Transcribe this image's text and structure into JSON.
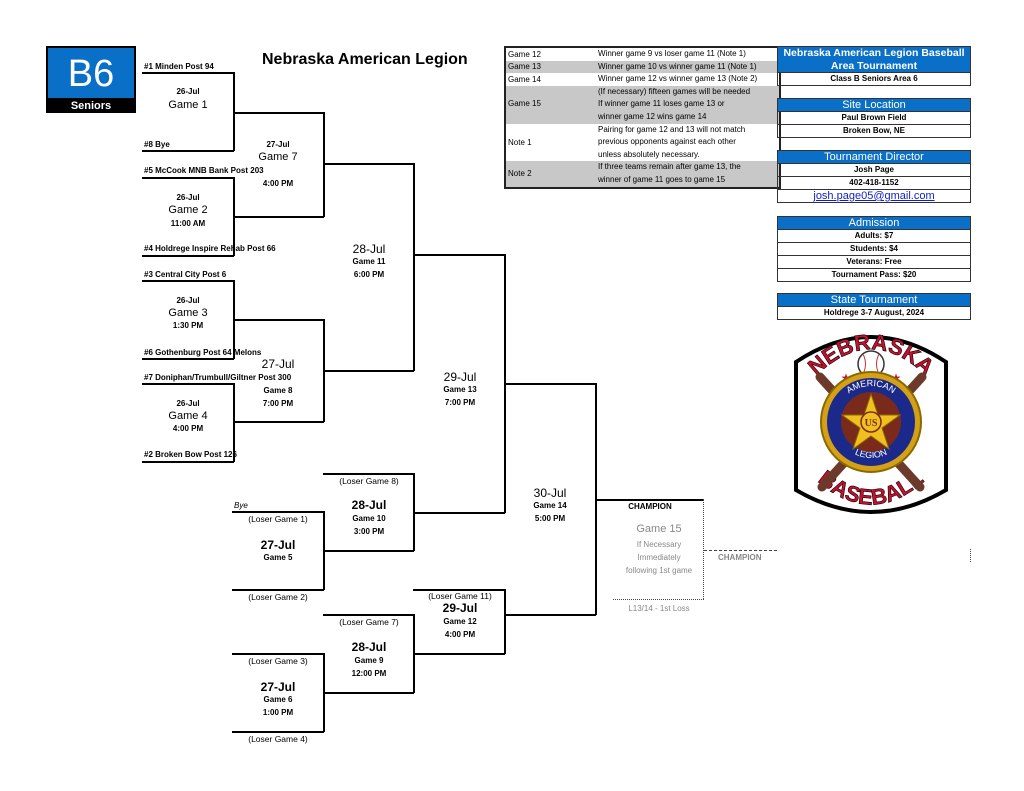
{
  "badge": {
    "code": "B6",
    "label": "Seniors"
  },
  "title": "Nebraska American Legion",
  "teams": {
    "t1": "#1 Minden Post 94",
    "t8": "#8 Bye",
    "t5": "#5 McCook MNB Bank Post 203",
    "t4": "#4 Holdrege Inspire Rehab Post 66",
    "t3": "#3 Central City Post 6",
    "t6": "#6 Gothenburg Post 64 Melons",
    "t7": "#7 Doniphan/Trumbull/Giltner Post 300",
    "t2": "#2 Broken Bow Post 126",
    "bye": "Bye"
  },
  "games": {
    "g1": {
      "date": "26-Jul",
      "name": "Game 1"
    },
    "g2": {
      "date": "26-Jul",
      "name": "Game 2",
      "time": "11:00 AM"
    },
    "g3": {
      "date": "26-Jul",
      "name": "Game 3",
      "time": "1:30 PM"
    },
    "g4": {
      "date": "26-Jul",
      "name": "Game 4",
      "time": "4:00 PM"
    },
    "g5": {
      "date": "27-Jul",
      "name": "Game 5"
    },
    "g6": {
      "date": "27-Jul",
      "name": "Game 6",
      "time": "1:00 PM"
    },
    "g7": {
      "date": "27-Jul",
      "name": "Game 7",
      "time": "4:00 PM"
    },
    "g8": {
      "date": "27-Jul",
      "name": "Game 8",
      "time": "7:00 PM"
    },
    "g9": {
      "date": "28-Jul",
      "name": "Game 9",
      "time": "12:00 PM"
    },
    "g10": {
      "date": "28-Jul",
      "name": "Game 10",
      "time": "3:00 PM"
    },
    "g11": {
      "date": "28-Jul",
      "name": "Game 11",
      "time": "6:00 PM"
    },
    "g12": {
      "date": "29-Jul",
      "name": "Game 12",
      "time": "4:00 PM"
    },
    "g13": {
      "date": "29-Jul",
      "name": "Game 13",
      "time": "7:00 PM"
    },
    "g14": {
      "date": "30-Jul",
      "name": "Game 14",
      "time": "5:00 PM"
    },
    "g15": {
      "name": "Game 15",
      "l1": "If Necessary",
      "l2": "Immediately",
      "l3": "following 1st game"
    }
  },
  "losers": {
    "lg1": "(Loser Game 1)",
    "lg2": "(Loser Game 2)",
    "lg3": "(Loser Game 3)",
    "lg4": "(Loser Game 4)",
    "lg7": "(Loser Game 7)",
    "lg8": "(Loser Game 8)",
    "lg11": "(Loser Game 11)"
  },
  "champion": {
    "label": "CHAMPION",
    "label2": "CHAMPION",
    "loss_note": "L13/14 - 1st Loss"
  },
  "notes": [
    {
      "k": "Game 12",
      "v": [
        "Winner game 9 vs loser game 11 (Note 1)"
      ],
      "gray": false
    },
    {
      "k": "Game 13",
      "v": [
        "Winner game 10 vs winner game 11 (Note 1)"
      ],
      "gray": true
    },
    {
      "k": "Game 14",
      "v": [
        "Winner game 12 vs winner game 13 (Note 2)"
      ],
      "gray": false
    },
    {
      "k": "",
      "v": [
        "(If necessary) fifteen games will be needed"
      ],
      "gray": true
    },
    {
      "k": "Game 15",
      "v": [
        "If winner game 11 loses game 13 or",
        "winner game 12 wins game 14"
      ],
      "gray": true
    },
    {
      "k": "Note 1",
      "v": [
        "Pairing for game 12 and 13 will not match",
        "previous opponents against each other",
        "unless absolutely necessary."
      ],
      "gray": false
    },
    {
      "k": "Note 2",
      "v": [
        "If three teams remain after game 13, the",
        "winner of game 11 goes to game 15"
      ],
      "gray": true
    }
  ],
  "info": {
    "header": "Nebraska American Legion Baseball Area Tournament",
    "class": "Class B Seniors Area 6",
    "site_title": "Site Location",
    "site_name": "Paul Brown Field",
    "site_city": "Broken Bow, NE",
    "director_title": "Tournament Director",
    "director_name": "Josh Page",
    "director_phone": "402-418-1152",
    "director_email": "josh.page05@gmail.com",
    "admission_title": "Admission",
    "admission": [
      "Adults: $7",
      "Students: $4",
      "Veterans: Free",
      "Tournament Pass: $20"
    ],
    "state_title": "State Tournament",
    "state_detail": "Holdrege 3-7 August, 2024"
  },
  "logo": {
    "top": "NEBRASKA",
    "bottom": "BASEBALL",
    "ring_top": "AMERICAN",
    "ring_bottom": "LEGION",
    "center": "US"
  }
}
